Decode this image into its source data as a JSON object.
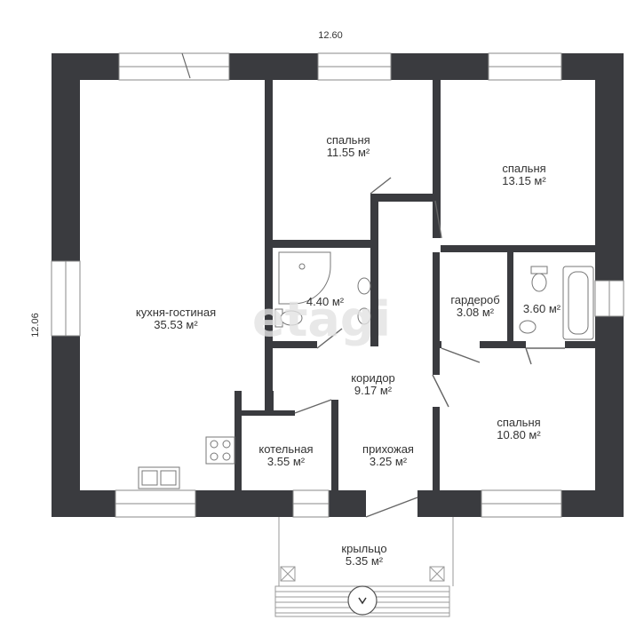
{
  "dimensions": {
    "width": "12.60",
    "height": "12.06"
  },
  "rooms": [
    {
      "id": "kitchen",
      "name": "кухня-гостиная",
      "area": "35.53 м²"
    },
    {
      "id": "bedroom1",
      "name": "спальня",
      "area": "11.55 м²"
    },
    {
      "id": "bedroom2",
      "name": "спальня",
      "area": "13.15 м²"
    },
    {
      "id": "bathroom1",
      "name": "",
      "area": "4.40 м²"
    },
    {
      "id": "wardrobe",
      "name": "гардероб",
      "area": "3.08 м²"
    },
    {
      "id": "bathroom2",
      "name": "",
      "area": "3.60 м²"
    },
    {
      "id": "corridor",
      "name": "коридор",
      "area": "9.17 м²"
    },
    {
      "id": "boiler",
      "name": "котельная",
      "area": "3.55 м²"
    },
    {
      "id": "hall",
      "name": "прихожая",
      "area": "3.25 м²"
    },
    {
      "id": "bedroom3",
      "name": "спальня",
      "area": "10.80 м²"
    },
    {
      "id": "porch",
      "name": "крыльцо",
      "area": "5.35 м²"
    }
  ],
  "watermark": "etagi",
  "colors": {
    "wall": "#3a3b3f",
    "text": "#333333",
    "fixture": "#6f6f6f"
  }
}
